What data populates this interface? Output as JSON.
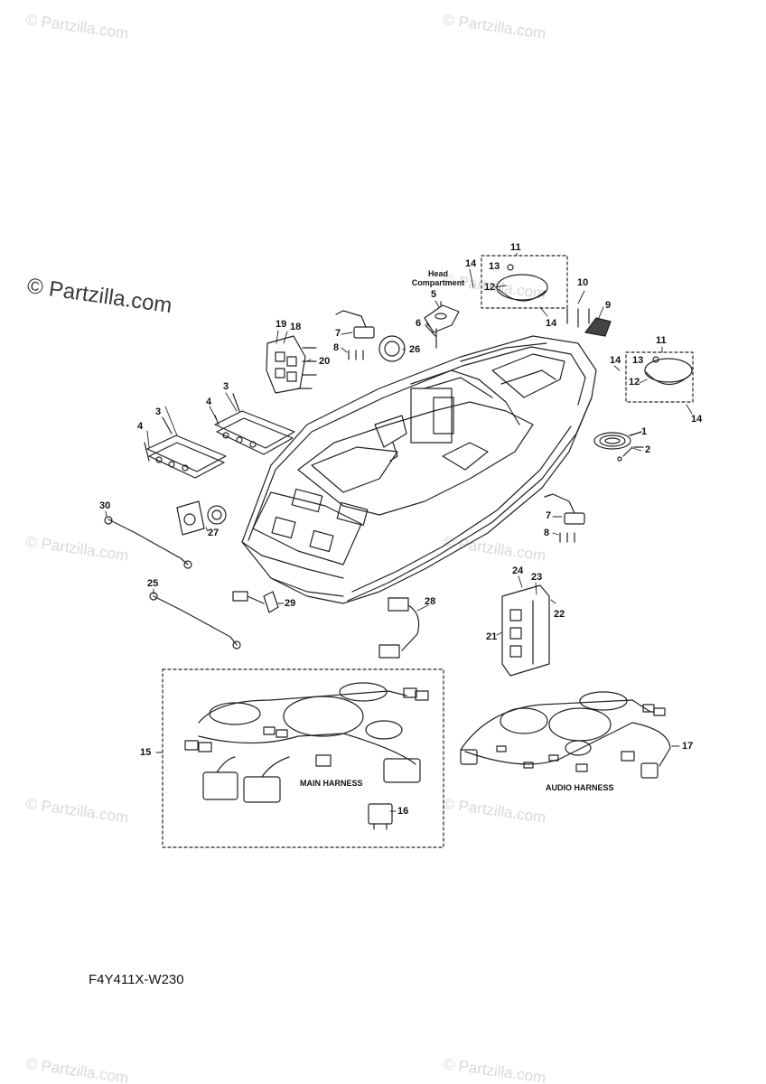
{
  "watermark": {
    "text": "© Partzilla.com",
    "main_text": "© Partzilla.com"
  },
  "diagram": {
    "code": "F4Y411X-W230",
    "head_compartment_label": "Head Compartment",
    "main_harness_label": "MAIN HARNESS",
    "audio_harness_label": "AUDIO HARNESS",
    "callouts": [
      "1",
      "2",
      "3",
      "3",
      "4",
      "4",
      "5",
      "6",
      "7",
      "7",
      "8",
      "8",
      "9",
      "10",
      "11",
      "11",
      "12",
      "12",
      "13",
      "13",
      "14",
      "14",
      "14",
      "14",
      "15",
      "16",
      "17",
      "18",
      "19",
      "20",
      "21",
      "22",
      "23",
      "24",
      "25",
      "26",
      "27",
      "28",
      "29",
      "30"
    ]
  }
}
